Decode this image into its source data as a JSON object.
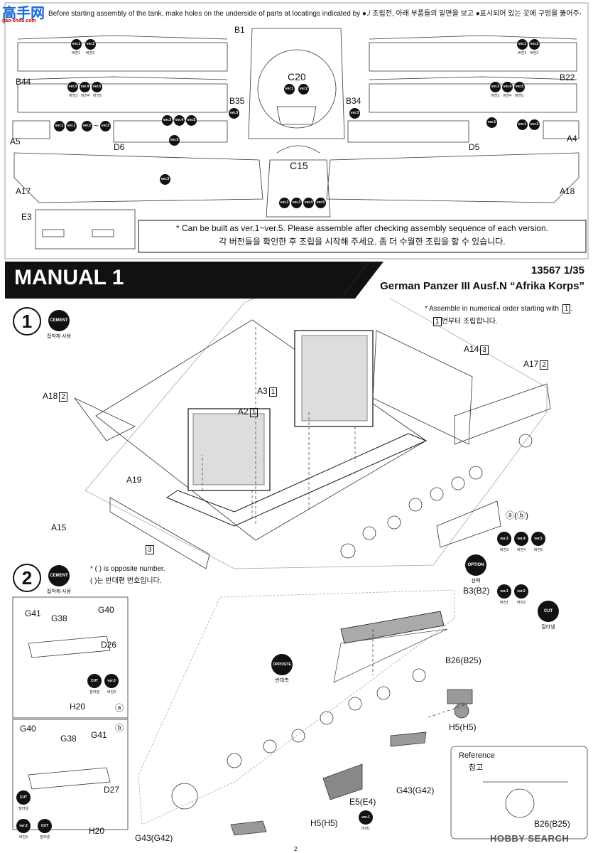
{
  "top": {
    "watermark": "高手网",
    "watermark_url": "gao-shou.com",
    "instruction": "Before starting assembly of the tank, make holes on the underside of parts at locatings indicated by ●./ 조립전, 아래 부품들의 밑면을 보고 ●표시되어 있는 곳에 구멍을 뚫어주세요.",
    "parts": [
      "B1",
      "C20",
      "B44",
      "B22",
      "B35",
      "B34",
      "A5",
      "A4",
      "D6",
      "D5",
      "C15",
      "A17",
      "A18",
      "E3"
    ],
    "ver_note_en": "* Can be built as ver.1~ver.5. Please assemble after checking assembly sequence of each version.",
    "ver_note_ko": "각 버전들을 확인한 후 조립을 시작해 주세요. 좀 더 수월한 조립을 할 수 있습니다."
  },
  "banner": {
    "title": "MANUAL 1",
    "code": "13567 1/35",
    "model": "German Panzer III Ausf.N “Afrika Korps”"
  },
  "ver": {
    "v1": "ver.1",
    "v2": "ver.2",
    "v3": "ver.3",
    "v4": "ver.4",
    "v5": "ver.5",
    "l1": "버전1",
    "l2": "버전2",
    "l3": "버전3",
    "l4": "버전4",
    "l5": "버전5"
  },
  "tilde": "~",
  "step1": {
    "number": "1",
    "cement": "CEMENT",
    "cement_ko": "접착제 사용",
    "note_en": "* Assemble in numerical order starting with",
    "note_box": "1",
    "note_en_end": ".",
    "note_ko": "번부터 조립합니다.",
    "parts": [
      {
        "name": "A14",
        "order": "3"
      },
      {
        "name": "A17",
        "order": "2"
      },
      {
        "name": "A18",
        "order": "2"
      },
      {
        "name": "A3",
        "order": "1"
      },
      {
        "name": "A2",
        "order": "1"
      }
    ],
    "a19": "A19",
    "a15": "A15",
    "order_3": "3",
    "variant": "ⓐ(ⓑ)"
  },
  "step2": {
    "number": "2",
    "cement": "CEMENT",
    "cement_ko": "접착제 사용",
    "note_en": "* ( ) is opposite number.",
    "note_ko": "( )는 반대편 번호입니다.",
    "option": "OPTION",
    "option_ko": "선택",
    "cut": "CUT",
    "cut_ko": "잘라냄",
    "opposite": "OPPOSITE",
    "opposite_ko": "반대측",
    "b3": "B3(B2)",
    "b26": "B26(B25)",
    "h5": "H5(H5)",
    "g43": "G43(G42)",
    "e5": "E5(E4)",
    "inset_a": [
      "G41",
      "G38",
      "G40",
      "D26",
      "H20"
    ],
    "inset_a_tag": "ⓐ",
    "inset_b": [
      "G40",
      "G38",
      "G41",
      "D27",
      "H20"
    ],
    "inset_b_tag": "ⓑ",
    "reference": "Reference",
    "reference_ko": "참고",
    "ref_part": "B26(B25)"
  },
  "footer": {
    "page": "2",
    "watermark": "HOBBY SEARCH"
  }
}
